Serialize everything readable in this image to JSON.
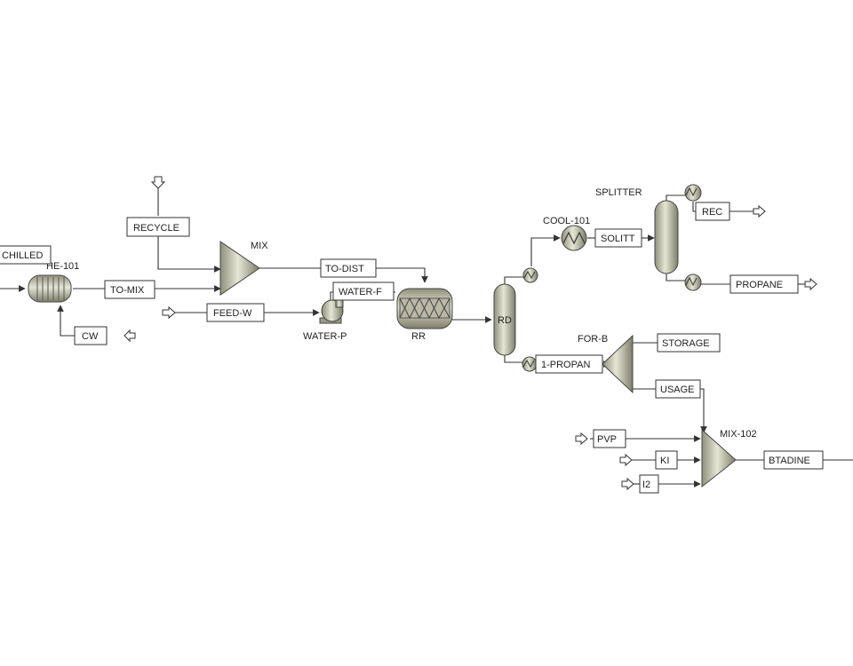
{
  "streams": {
    "chilled": "CHILLED",
    "to_mix": "TO-MIX",
    "cw": "CW",
    "recycle": "RECYCLE",
    "to_dist": "TO-DIST",
    "water_f": "WATER-F",
    "feed_w": "FEED-W",
    "solitt": "SOLITT",
    "rec": "REC",
    "propane": "PROPANE",
    "storage": "STORAGE",
    "one_propan": "1-PROPAN",
    "usage": "USAGE",
    "pvp": "PVP",
    "ki": "KI",
    "i2": "I2",
    "btadine": "BTADINE"
  },
  "equipment": {
    "he101": "HE-101",
    "mix": "MIX",
    "water_p": "WATER-P",
    "rr": "RR",
    "rd": "RD",
    "cool101": "COOL-101",
    "splitter": "SPLITTER",
    "for_b": "FOR-B",
    "mix102": "MIX-102"
  },
  "colors": {
    "equipment_fill": "#c9c9b6",
    "line": "#333333"
  }
}
